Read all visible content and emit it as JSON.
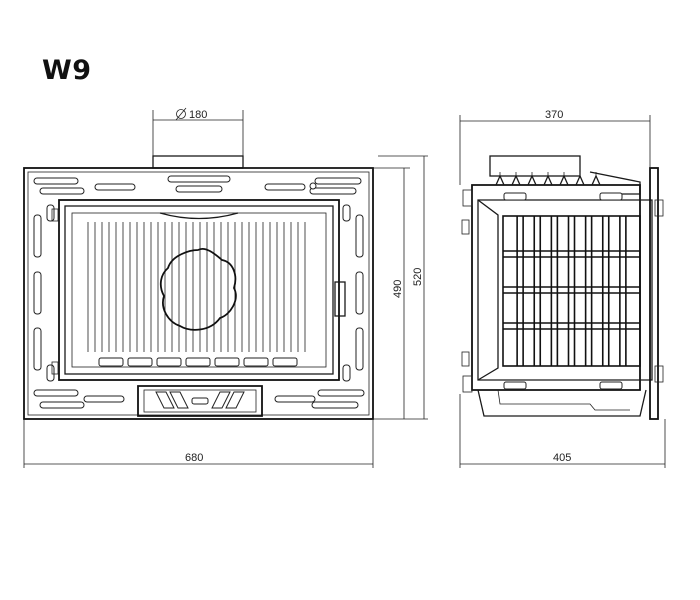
{
  "title": "W9",
  "dimensions": {
    "flue_diameter": "180",
    "front_width": "680",
    "front_height_inner": "490",
    "front_height_outer": "520",
    "side_top_width": "370",
    "side_depth": "405"
  },
  "colors": {
    "line": "#111111",
    "background": "#ffffff"
  },
  "icons": {
    "diameter": "diameter-symbol"
  }
}
